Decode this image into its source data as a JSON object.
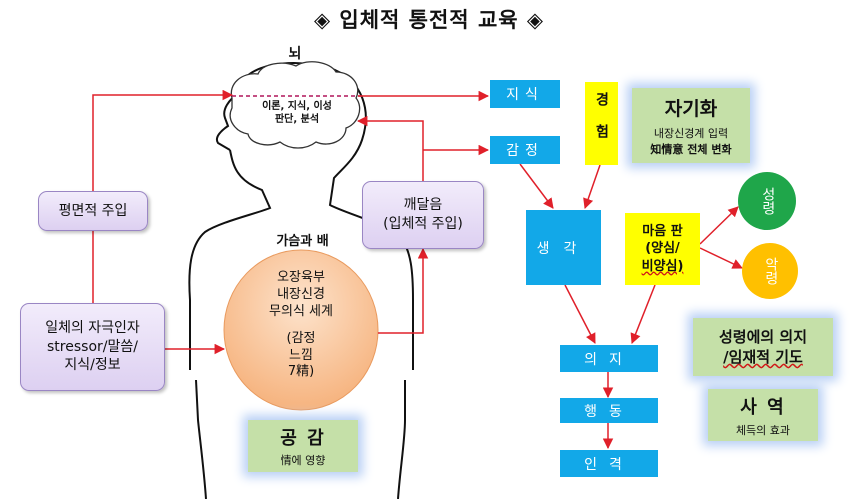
{
  "title": "◈ 입체적 통전적 교육 ◈",
  "head_label": "뇌",
  "brain_text": {
    "line1": "이론, 지식, 이성",
    "line2": "판단, 분석"
  },
  "chest_label": "가슴과 배",
  "boxes": {
    "planar": "평면적 주입",
    "stimuli": {
      "line1": "일체의 자극인자",
      "line2": "stressor/말씀/",
      "line3": "지식/정보"
    },
    "realization": {
      "line1": "깨달음",
      "line2": "(입체적 주입)"
    },
    "knowledge": "지식",
    "emotion": "감정",
    "thought": "생각",
    "will": "의지",
    "action": "행동",
    "character": "인격",
    "experience": "경험",
    "heart_field": {
      "line1": "마음 판",
      "line2": "(양심/",
      "line3": "비양심)"
    }
  },
  "oval": {
    "line1": "오장육부",
    "line2": "내장신경",
    "line3": "무의식 세계",
    "line4": "(감정",
    "line5": "느낌",
    "line6": "7精)"
  },
  "green": {
    "empathy_title": "공 감",
    "empathy_sub": "情에 영향",
    "self_title": "자기화",
    "self_sub1": "내장신경계 입력",
    "self_sub2": "知情意 전체 변화",
    "will_spirit1": "성령에의 의지",
    "will_spirit2": "/임재적 기도",
    "ministry_title": "사 역",
    "ministry_sub": "체득의 효과"
  },
  "circles": {
    "holy": "성령",
    "evil": "악령"
  },
  "colors": {
    "arrow": "#e0202a",
    "blue": "#12a8e8",
    "yellow": "#ffff00",
    "green_box": "#c5e0a8",
    "holy": "#1fa64a",
    "evil": "#ffc000"
  }
}
